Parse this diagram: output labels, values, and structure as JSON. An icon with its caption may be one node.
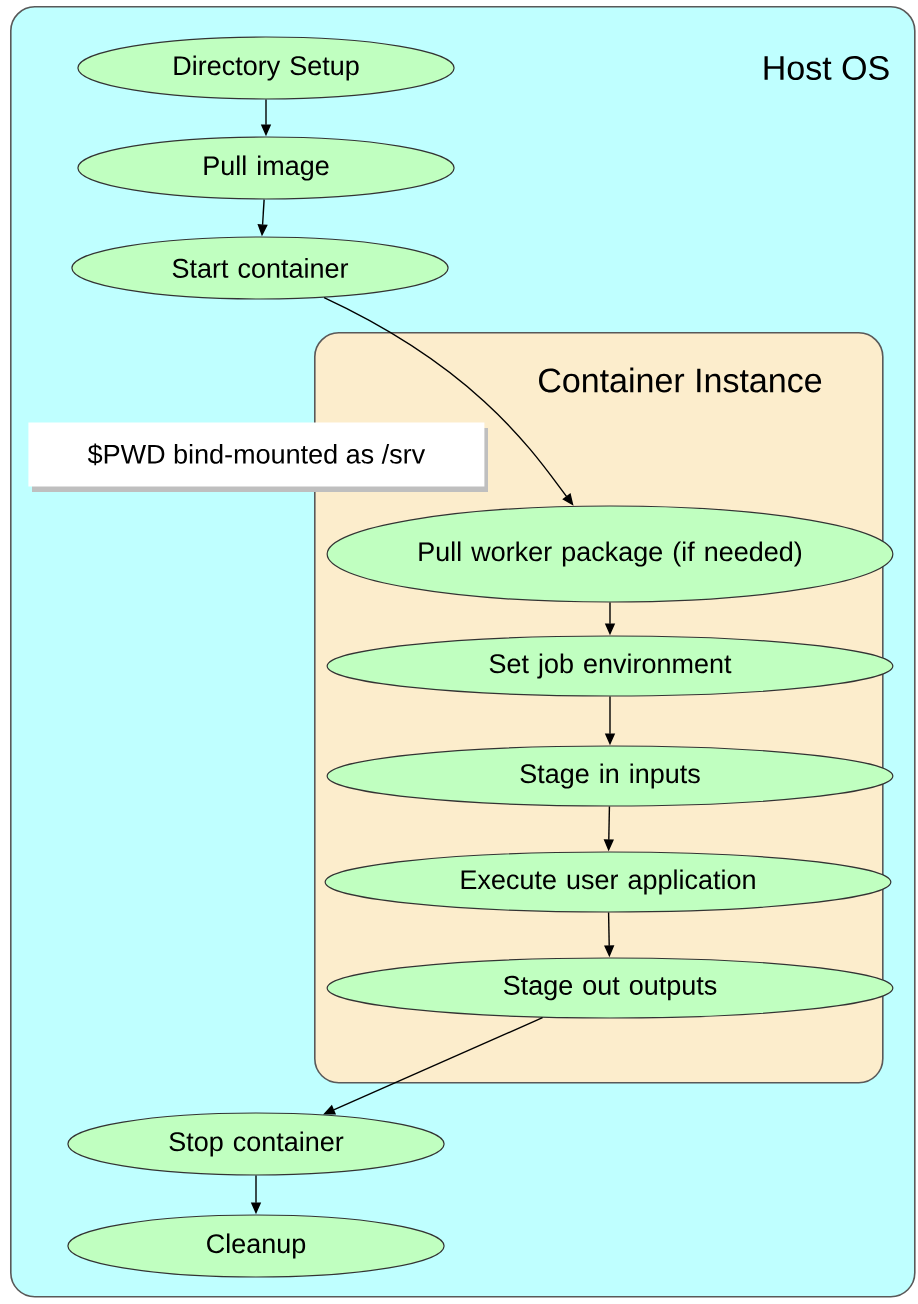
{
  "diagram": {
    "nodes": [
      {
        "text": [
          "Host OS"
        ]
      },
      {
        "text": [
          "Directory Setup"
        ],
        "in": 0
      },
      {
        "text": [
          "Pull image"
        ],
        "in": 0
      },
      {
        "text": [
          "Start container"
        ],
        "in": 0
      },
      {
        "text": [
          "Container Instance"
        ],
        "in": 0
      },
      {
        "text": [
          "$PWD bind-mounted as /srv"
        ],
        "in": 0
      },
      {
        "text": [
          "Pull worker package (if needed)"
        ],
        "in": 4
      },
      {
        "text": [
          "Set job environment"
        ],
        "in": 4
      },
      {
        "text": [
          "Stage in inputs"
        ],
        "in": 4
      },
      {
        "text": [
          "Execute user application"
        ],
        "in": 4
      },
      {
        "text": [
          "Stage out outputs"
        ],
        "in": 4
      },
      {
        "text": [
          "Stop container"
        ],
        "in": 0
      },
      {
        "text": [
          "Cleanup"
        ],
        "in": 0
      }
    ],
    "edges": [
      {
        "from": 1,
        "to": 2,
        "arrow": "to"
      },
      {
        "from": 2,
        "to": 3,
        "arrow": "to"
      },
      {
        "from": 3,
        "to": 6,
        "arrow": "to"
      },
      {
        "from": 6,
        "to": 7,
        "arrow": "to"
      },
      {
        "from": 7,
        "to": 8,
        "arrow": "to"
      },
      {
        "from": 8,
        "to": 9,
        "arrow": "to"
      },
      {
        "from": 9,
        "to": 10,
        "arrow": "to"
      },
      {
        "from": 10,
        "to": 11,
        "arrow": "to"
      },
      {
        "from": 11,
        "to": 12,
        "arrow": "to"
      }
    ]
  }
}
